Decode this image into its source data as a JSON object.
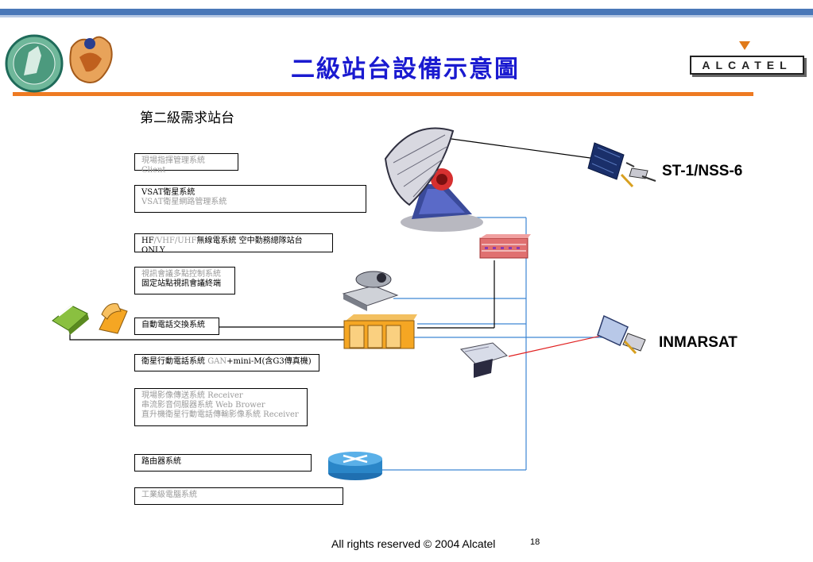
{
  "header": {
    "title": "二級站台設備示意圖",
    "brand": "ALCATEL"
  },
  "subtitle": "第二級需求站台",
  "boxes": {
    "client": {
      "line1": "現場指揮管理系統 Client"
    },
    "vsat": {
      "line1": "VSAT衛星系統",
      "line2": "VSAT衛星網路管理系統"
    },
    "hf": {
      "p1": "HF",
      "p2": "/VHF/UHF",
      "p3": "無線電系統 空中勤務總隊站台ONLY"
    },
    "video": {
      "line1": "視訊會議多點控制系統",
      "line2": "固定站點視訊會議終端"
    },
    "pbx": {
      "line1": "自動電話交換系統"
    },
    "satphone": {
      "p1": "衛星行動電話系統 ",
      "p2": "GAN",
      "p3": "+mini-M(含G3傳真機)"
    },
    "stream": {
      "line1": "現場影像傳送系統 Receiver",
      "line2": "串流影音伺服器系統 Web Brower",
      "line3": "直升機衛星行動電話傳輸影像系統 Receiver"
    },
    "router": {
      "line1": "路由器系統"
    },
    "pc": {
      "line1": "工業級電腦系統"
    }
  },
  "satellites": {
    "st1": "ST-1/NSS-6",
    "inmarsat": "INMARSAT"
  },
  "footer": {
    "copyright": "All rights reserved © 2004 Alcatel",
    "page": "18"
  },
  "colors": {
    "title": "#1a1ad0",
    "band": "#4a78b8",
    "rule": "#ee7a22",
    "link_blue": "#3e86d4",
    "link_red": "#e02020"
  }
}
